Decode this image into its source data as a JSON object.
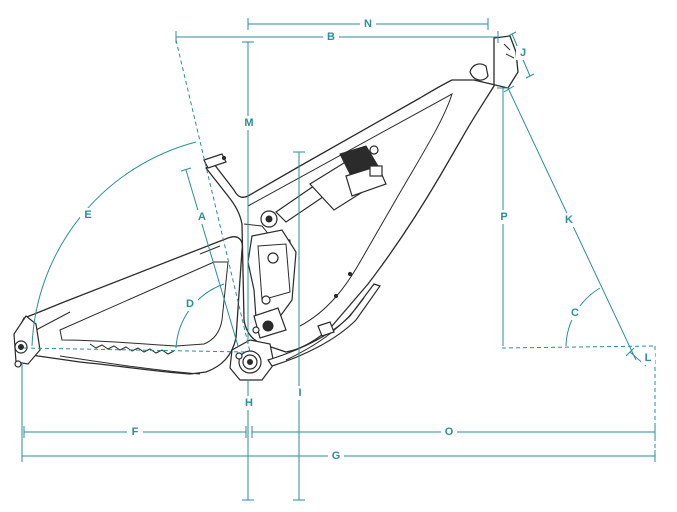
{
  "labels": {
    "A": "A",
    "B": "B",
    "C": "C",
    "D": "D",
    "E": "E",
    "F": "F",
    "G": "G",
    "H": "H",
    "I": "I",
    "J": "J",
    "K": "K",
    "L": "L",
    "M": "M",
    "N": "N",
    "O": "O",
    "P": "P"
  },
  "colors": {
    "dimension": "#2a8f97",
    "frame": "#2b2b2b",
    "background": "#ffffff"
  }
}
